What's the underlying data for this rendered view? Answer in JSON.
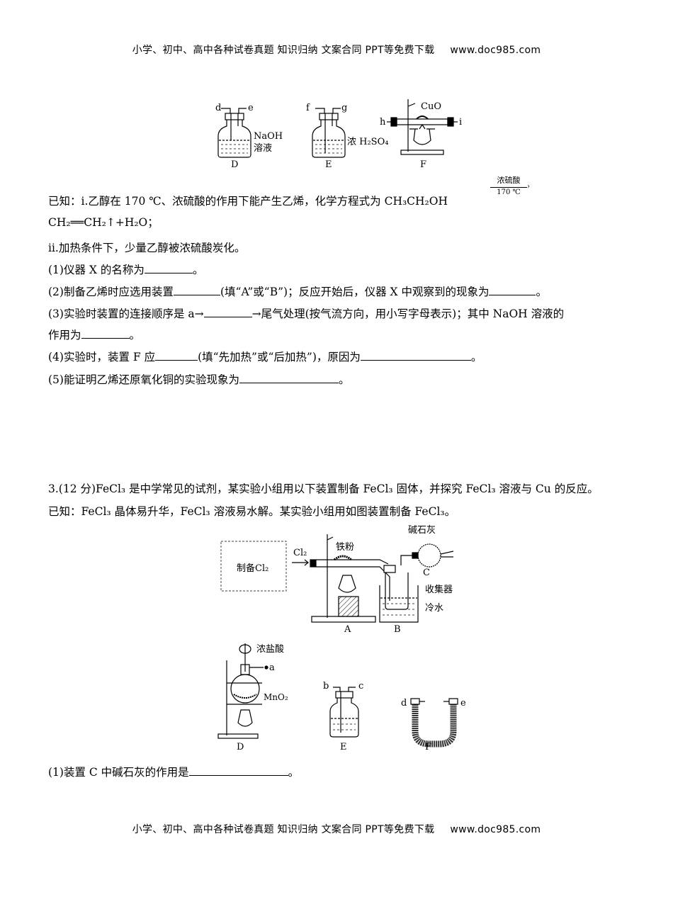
{
  "header": {
    "text": "小学、初中、高中各种试卷真题  知识归纳  文案合同  PPT等免费下载",
    "url": "www.doc985.com"
  },
  "footer": {
    "text": "小学、初中、高中各种试卷真题  知识归纳  文案合同  PPT等免费下载",
    "url": "www.doc985.com"
  },
  "fig1": {
    "D_label": "D",
    "D_solution_1": "NaOH",
    "D_solution_2": "溶液",
    "D_port_in": "d",
    "D_port_out": "e",
    "E_label": "E",
    "E_solution": "浓 H₂SO₄",
    "E_port_in": "f",
    "E_port_out": "g",
    "F_label": "F",
    "F_reagent": "CuO",
    "F_port_in": "h",
    "F_port_out": "i"
  },
  "known": {
    "intro": "已知：ⅰ.乙醇在 170 ℃、浓硫酸的作用下能产生乙烯，化学方程式为 CH₃CH₂OH",
    "cond_top": "浓硫酸",
    "cond_bottom": "170 ℃",
    "products": "CH₂══CH₂↑+H₂O；",
    "item2": "ⅱ.加热条件下，少量乙醇被浓硫酸炭化。"
  },
  "q2": {
    "q1_a": "(1)仪器 X 的名称为",
    "q1_b": "。",
    "q2_a": "(2)制备乙烯时应选用装置",
    "q2_b": "(填“A”或“B”)；反应开始后，仪器 X 中观察到的现象为",
    "q2_c": "。",
    "q3_a": "(3)实验时装置的连接顺序是 a→",
    "q3_b": "→尾气处理(按气流方向，用小写字母表示)；其中 NaOH 溶液的",
    "q3_c": "作用为",
    "q3_d": "。",
    "q4_a": "(4)实验时，装置 F 应",
    "q4_b": "(填“先加热”或“后加热”)，原因为",
    "q4_c": "。",
    "q5_a": "(5)能证明乙烯还原氧化铜的实验现象为",
    "q5_b": "。"
  },
  "q3": {
    "title": "3.(12 分)FeCl₃ 是中学常见的试剂，某实验小组用以下装置制备 FeCl₃ 固体，并探究 FeCl₃ 溶液与 Cu 的反应。",
    "known": "已知：FeCl₃ 晶体易升华，FeCl₃ 溶液易水解。某实验小组用如图装置制备 FeCl₃。",
    "q1_a": "(1)装置 C 中碱石灰的作用是",
    "q1_b": "。"
  },
  "fig2": {
    "box_label": "制备Cl₂",
    "gas_label": "Cl₂",
    "iron_label": "铁粉",
    "soda_lime_label": "碱石灰",
    "C_label": "C",
    "collector_label": "收集器",
    "cold_water_label": "冷水",
    "A_label": "A",
    "B_label": "B"
  },
  "fig3": {
    "hcl_label": "浓盐酸",
    "port_a": "a",
    "mno2_label": "MnO₂",
    "D_label": "D",
    "E_port_b": "b",
    "E_port_c": "c",
    "E_label": "E",
    "F_port_d": "d",
    "F_port_e": "e",
    "F_label": "F"
  }
}
